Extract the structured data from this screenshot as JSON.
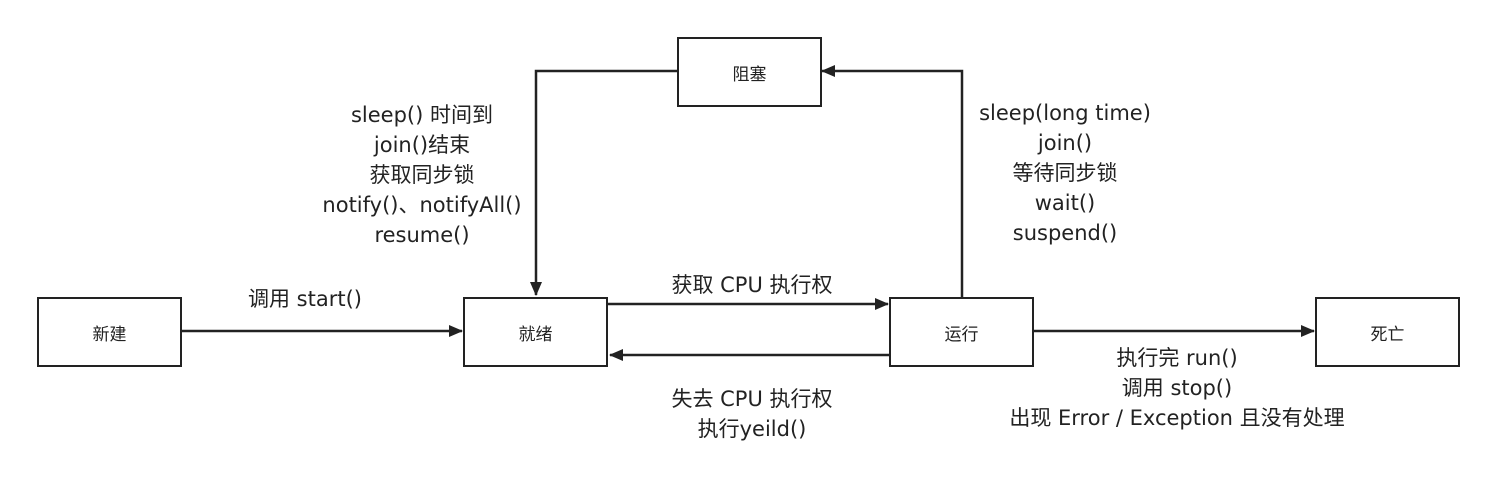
{
  "states": {
    "new": "新建",
    "ready": "就绪",
    "running": "运行",
    "blocked": "阻塞",
    "dead": "死亡"
  },
  "transitions": {
    "new_to_ready": [
      "调用 start()"
    ],
    "ready_to_running": [
      "获取 CPU 执行权"
    ],
    "running_to_ready": [
      "失去 CPU 执行权",
      "执行yeild()"
    ],
    "running_to_blocked": [
      "sleep(long time)",
      "join()",
      "等待同步锁",
      "wait()",
      "suspend()"
    ],
    "blocked_to_ready": [
      "sleep() 时间到",
      "join()结束",
      "获取同步锁",
      "notify()、notifyAll()",
      "resume()"
    ],
    "running_to_dead": [
      "执行完 run()",
      "调用 stop()",
      "出现 Error / Exception 且没有处理"
    ]
  }
}
